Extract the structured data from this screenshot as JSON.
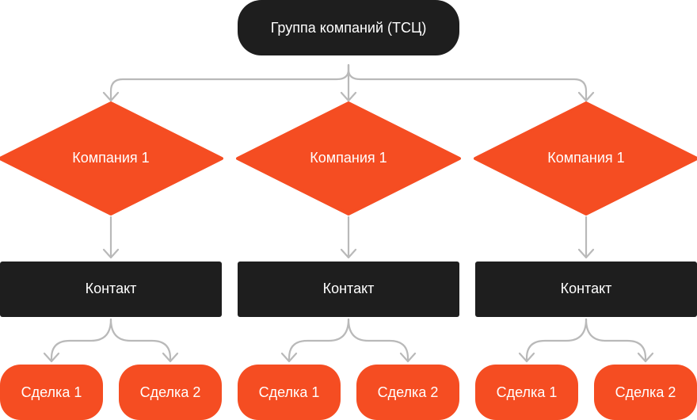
{
  "colors": {
    "dark": "#1e1e1e",
    "accent": "#f54d22",
    "connector": "#b9b9b9",
    "text": "#ffffff"
  },
  "root": {
    "label": "Группа компаний (ТСЦ)"
  },
  "branches": [
    {
      "company": "Компания 1",
      "contact": "Контакт",
      "deals": [
        "Сделка 1",
        "Сделка 2"
      ]
    },
    {
      "company": "Компания 1",
      "contact": "Контакт",
      "deals": [
        "Сделка 1",
        "Сделка 2"
      ]
    },
    {
      "company": "Компания 1",
      "contact": "Контакт",
      "deals": [
        "Сделка 1",
        "Сделка 2"
      ]
    }
  ]
}
